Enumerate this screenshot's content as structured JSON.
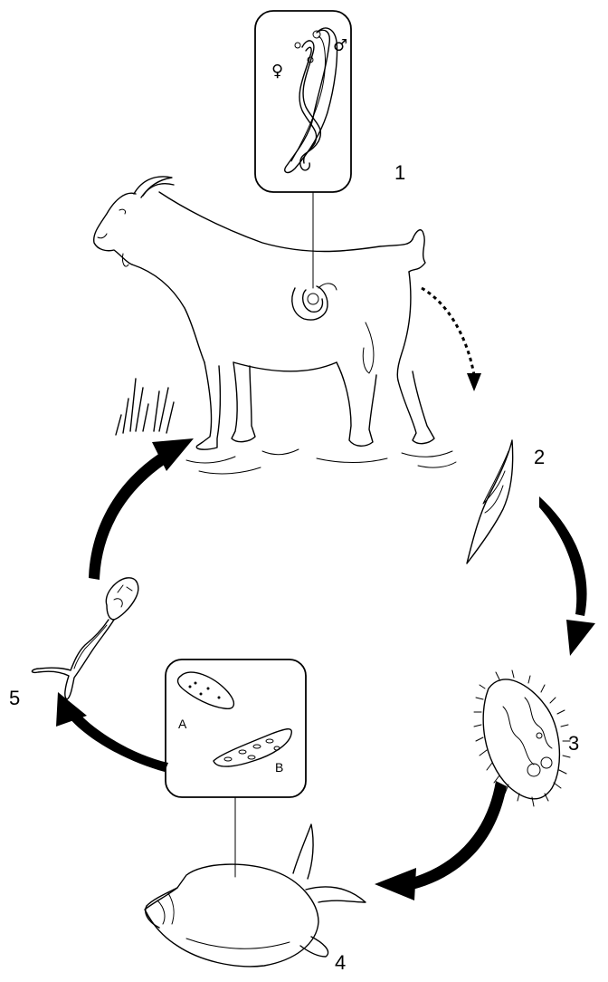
{
  "stages": [
    {
      "number": "1"
    },
    {
      "number": "2"
    },
    {
      "number": "3"
    },
    {
      "number": "4"
    },
    {
      "number": "5"
    }
  ],
  "inset_top": {
    "female_symbol": "♀",
    "male_symbol": "♂"
  },
  "inset_snail": {
    "label_a": "A",
    "label_b": "B"
  }
}
